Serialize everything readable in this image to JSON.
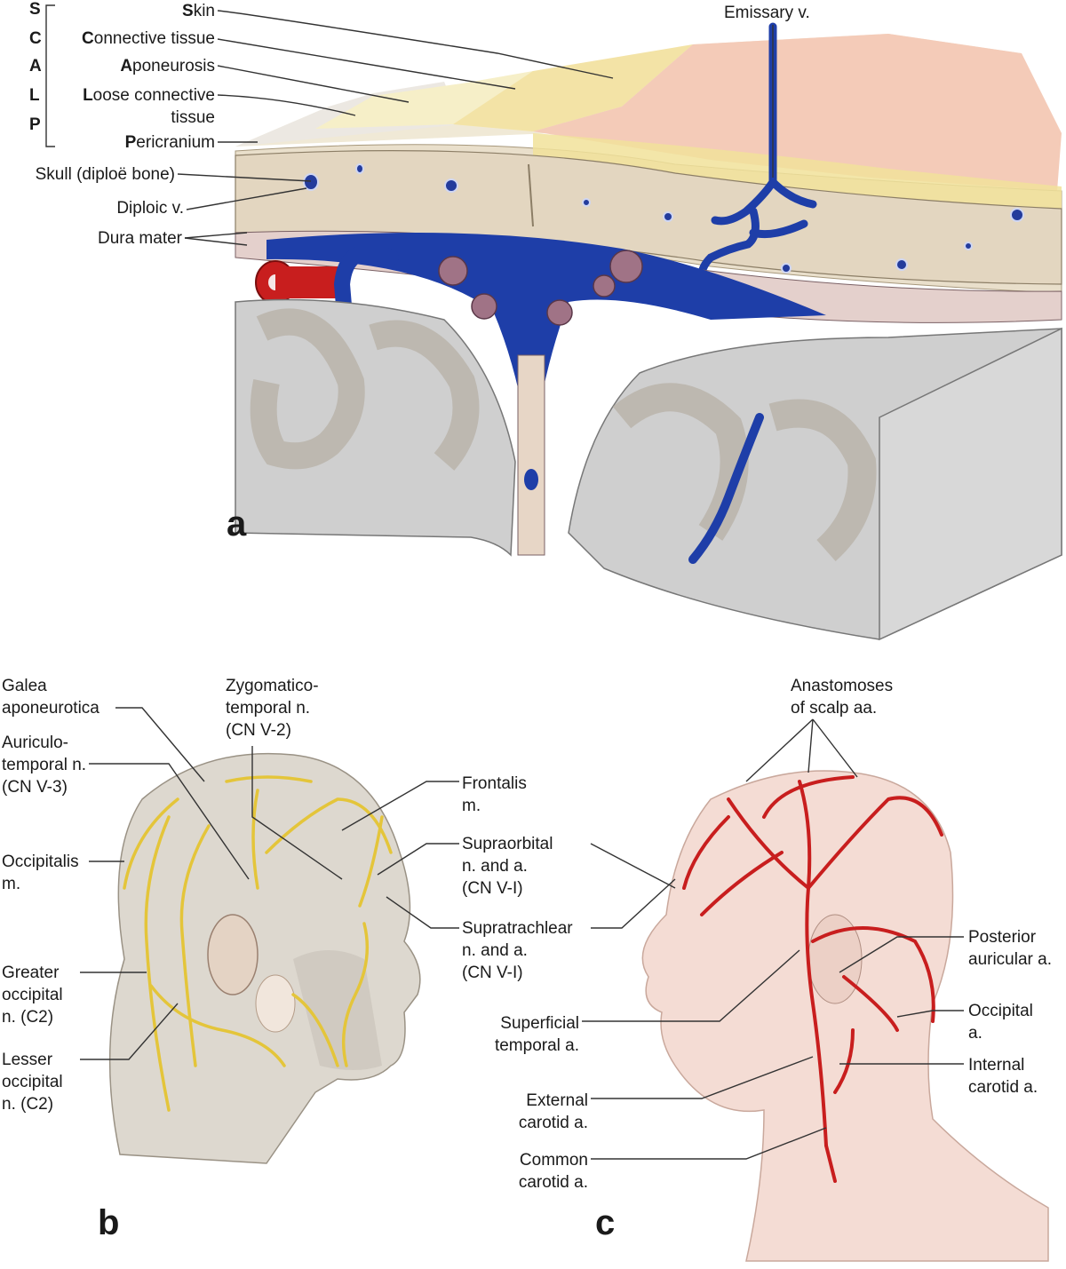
{
  "panel_a": {
    "letter": "a",
    "scalp_acronym": [
      "S",
      "C",
      "A",
      "L",
      "P"
    ],
    "layers": [
      {
        "initial": "S",
        "rest": "kin"
      },
      {
        "initial": "C",
        "rest": "onnective tissue"
      },
      {
        "initial": "A",
        "rest": "poneurosis"
      },
      {
        "initial": "L",
        "rest": "oose connective\ntissue"
      },
      {
        "initial": "P",
        "rest": "ericranium"
      }
    ],
    "labels": {
      "skull": "Skull (diploë bone)",
      "diploic_v": "Diploic v.",
      "dura_mater": "Dura mater",
      "emissary_v": "Emissary v."
    }
  },
  "panel_b": {
    "letter": "b",
    "labels": {
      "galea": "Galea\naponeurotica",
      "auriculo": "Auriculo-\ntemporal n.\n(CN V-3)",
      "occipitalis": "Occipitalis\nm.",
      "greater_occ": "Greater\noccipital\nn. (C2)",
      "lesser_occ": "Lesser\noccipital\nn. (C2)",
      "zygomatico": "Zygomatico-\ntemporal n.\n(CN V-2)",
      "frontalis": "Frontalis\nm.",
      "supraorbital": "Supraorbital\nn. and a.\n(CN V-I)",
      "supratrachlear": "Supratrachlear\nn. and a.\n(CN V-I)"
    }
  },
  "panel_c": {
    "letter": "c",
    "labels": {
      "anastomoses": "Anastomoses\nof scalp aa.",
      "superficial_temporal": "Superficial\ntemporal a.",
      "external_carotid": "External\ncarotid a.",
      "common_carotid": "Common\ncarotid a.",
      "posterior_auricular": "Posterior\nauricular a.",
      "occipital": "Occipital\na.",
      "internal_carotid": "Internal\ncarotid a."
    }
  },
  "colors": {
    "skin": "#f4cbb8",
    "connective": "#f3e7b0",
    "aponeurosis": "#f6efc8",
    "pericranium": "#ece4d0",
    "bone": "#e8dcc8",
    "vein": "#1e3ea8",
    "artery": "#c81e1e",
    "brain": "#c9c9c9",
    "nerve": "#e8c93a"
  }
}
